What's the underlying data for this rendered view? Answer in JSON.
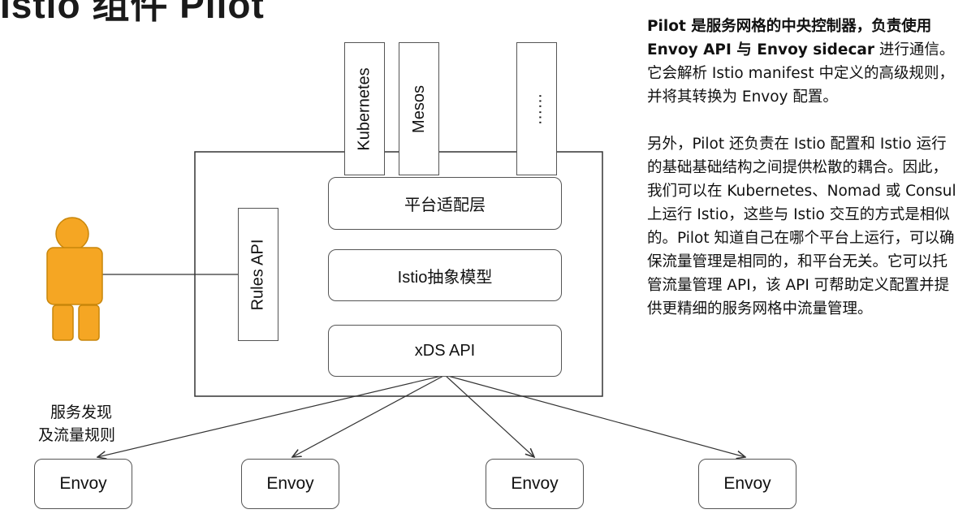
{
  "title": "Istio 组件 Pilot",
  "diagram": {
    "platforms": [
      "Kubernetes",
      "Mesos",
      "……"
    ],
    "layers": [
      "平台适配层",
      "Istio抽象模型",
      "xDS API"
    ],
    "rules_api": "Rules API",
    "side_label": [
      "服务发现",
      "及流量规则"
    ],
    "envoys": [
      "Envoy",
      "Envoy",
      "Envoy",
      "Envoy"
    ]
  },
  "description": {
    "p1_bold": "Pilot 是服务网格的中央控制器，负责使用 Envoy API 与 Envoy sidecar",
    "p1_rest": " 进行通信。它会解析 Istio manifest 中定义的高级规则，并将其转换为 Envoy 配置。",
    "p2": "另外，Pilot 还负责在 Istio 配置和 Istio 运行的基础基础结构之间提供松散的耦合。因此，我们可以在 Kubernetes、Nomad 或 Consul 上运行 Istio，这些与 Istio 交互的方式是相似的。Pilot 知道自己在哪个平台上运行，可以确保流量管理是相同的，和平台无关。它可以托管流量管理 API，该 API 可帮助定义配置并提供更精细的服务网格中流量管理。"
  },
  "colors": {
    "person": "#f5a623",
    "person_stroke": "#c8860a",
    "line": "#333333",
    "box_border": "#555555"
  }
}
